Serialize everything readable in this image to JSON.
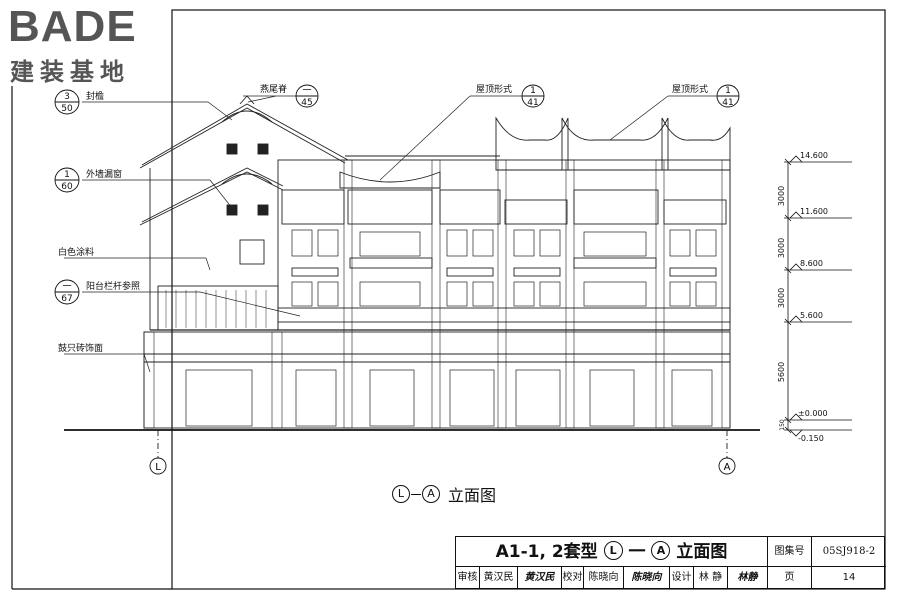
{
  "logo": {
    "word": "BADE",
    "chinese": "建装基地"
  },
  "callouts": [
    {
      "label": "燕尾脊",
      "num": "一",
      "den": "45"
    },
    {
      "label": "封檐",
      "num": "3",
      "den": "50"
    },
    {
      "label": "屋顶形式",
      "num": "1",
      "den": "41"
    },
    {
      "label": "屋顶形式",
      "num": "1",
      "den": "41"
    },
    {
      "label": "外墙漏窗",
      "num": "1",
      "den": "60"
    },
    {
      "label": "白色涂料"
    },
    {
      "label": "阳台栏杆参照",
      "num": "一",
      "den": "67"
    },
    {
      "label": "鼓只砖饰面"
    }
  ],
  "elevation_marks": [
    "14.600",
    "11.600",
    "8.600",
    "5.600",
    "±0.000",
    "-0.150"
  ],
  "dimensions": [
    "3000",
    "3000",
    "3000",
    "5600",
    "150"
  ],
  "axes": [
    "L",
    "A"
  ],
  "caption": {
    "from": "L",
    "to": "A",
    "text": "立面图"
  },
  "title_block": {
    "title_prefix": "A1-1, 2套型",
    "title_from": "L",
    "title_dash": "一",
    "title_to": "A",
    "title_suffix": "立面图",
    "atlas_label": "图集号",
    "atlas_value": "05SJ918-2",
    "review_label": "审核",
    "review_name": "黄汉民",
    "review_sign": "黄汉民",
    "check_label": "校对",
    "check_name": "陈晓向",
    "check_sign": "陈晓向",
    "design_label": "设计",
    "design_name": "林 静",
    "design_sign": "林静",
    "page_label": "页",
    "page_value": "14"
  }
}
